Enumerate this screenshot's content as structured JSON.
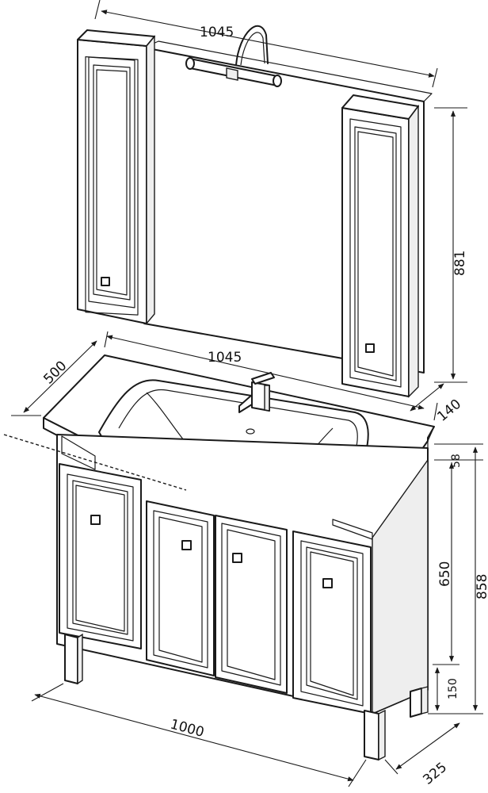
{
  "dimensions": {
    "mirror_width": "1045",
    "mirror_height": "881",
    "mirror_depth": "140",
    "sink_width": "1045",
    "sink_depth": "500",
    "top_gap": "58",
    "cabinet_height": "650",
    "total_height": "858",
    "leg_height": "150",
    "base_width": "1000",
    "base_depth": "325"
  },
  "colors": {
    "line": "#1a1a1a",
    "background": "#ffffff"
  }
}
